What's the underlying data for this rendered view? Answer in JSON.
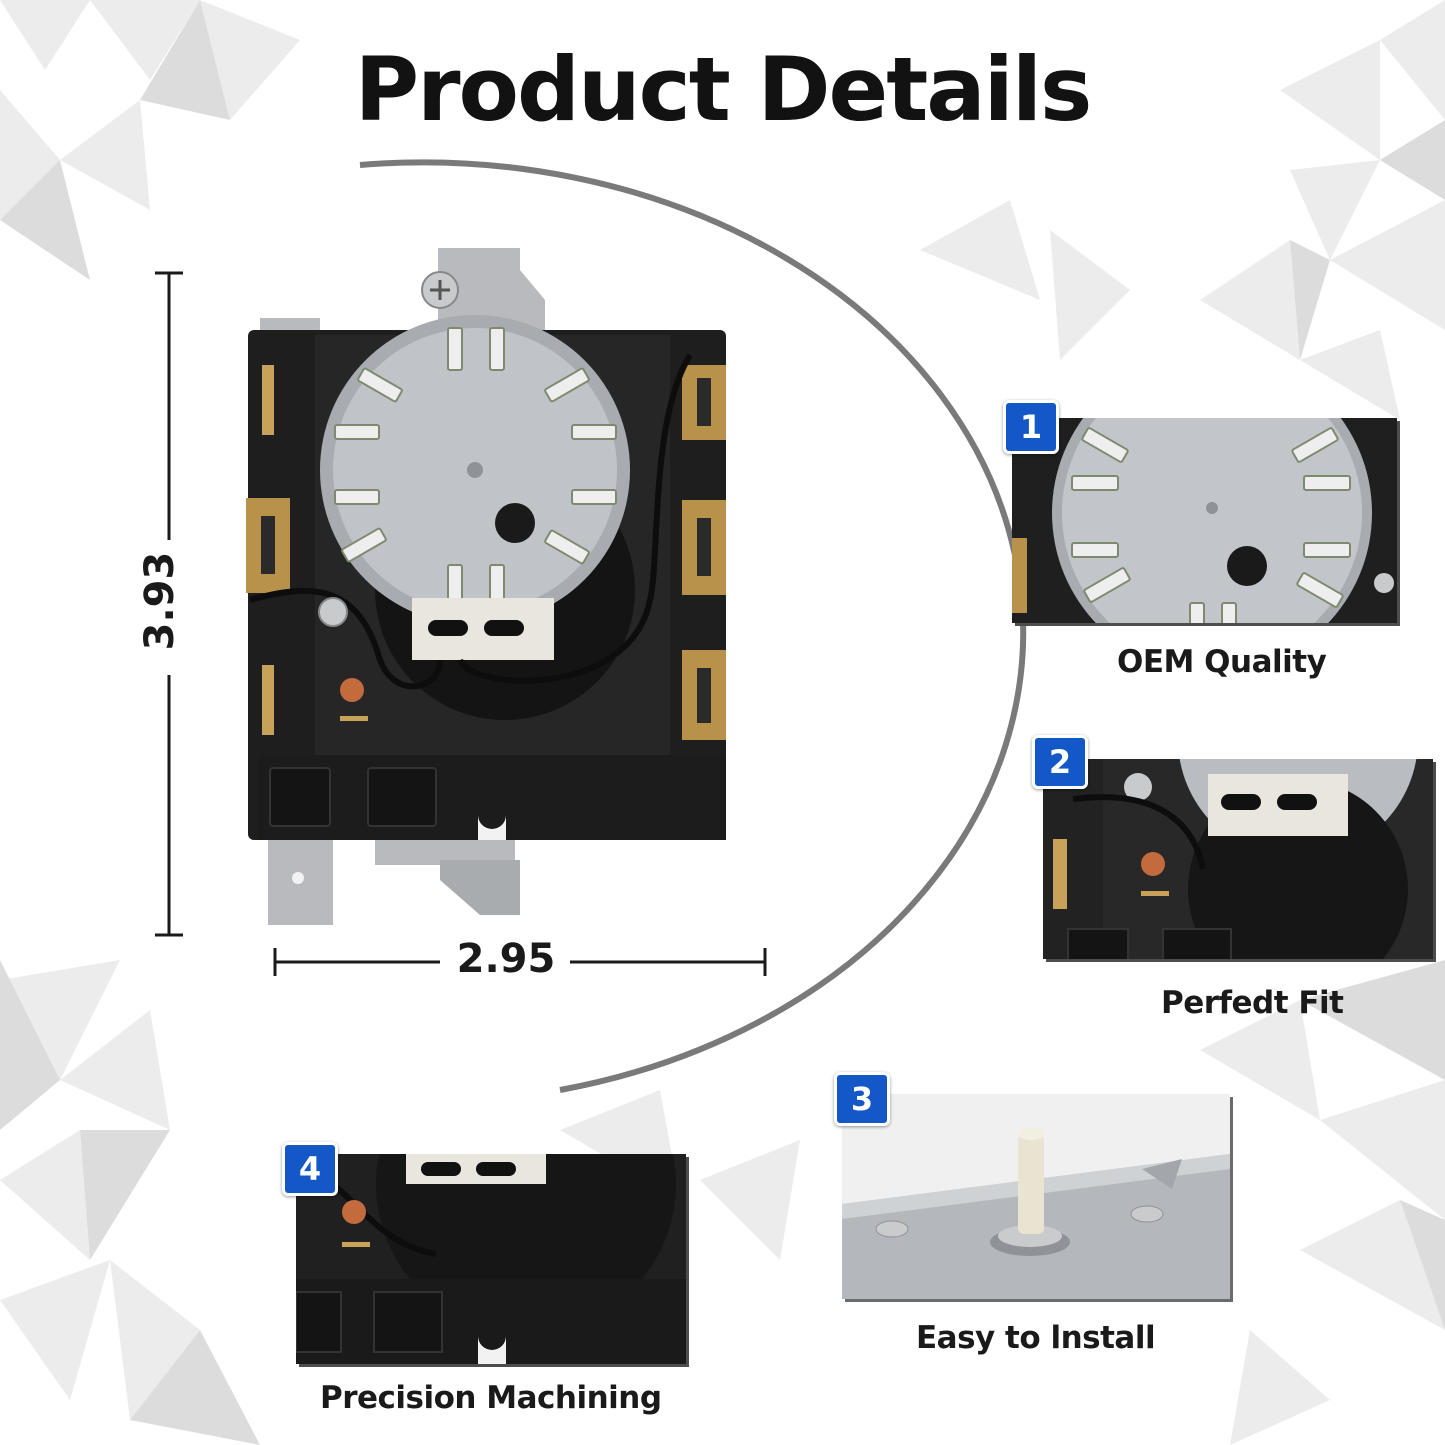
{
  "title": "Product Details",
  "dimensions": {
    "height": "3.93",
    "width": "2.95"
  },
  "features": [
    {
      "number": "1",
      "caption": "OEM Quality",
      "icon": "motor-closeup"
    },
    {
      "number": "2",
      "caption": "Perfedt Fit",
      "icon": "terminal-closeup"
    },
    {
      "number": "3",
      "caption": "Easy to lnstall",
      "icon": "shaft-closeup"
    },
    {
      "number": "4",
      "caption": "Precision Machining",
      "icon": "housing-closeup"
    }
  ],
  "colors": {
    "badge": "#1458c8",
    "housing": "#1f1f1f",
    "motor": "#b9bcc0",
    "brass": "#b8924a"
  }
}
